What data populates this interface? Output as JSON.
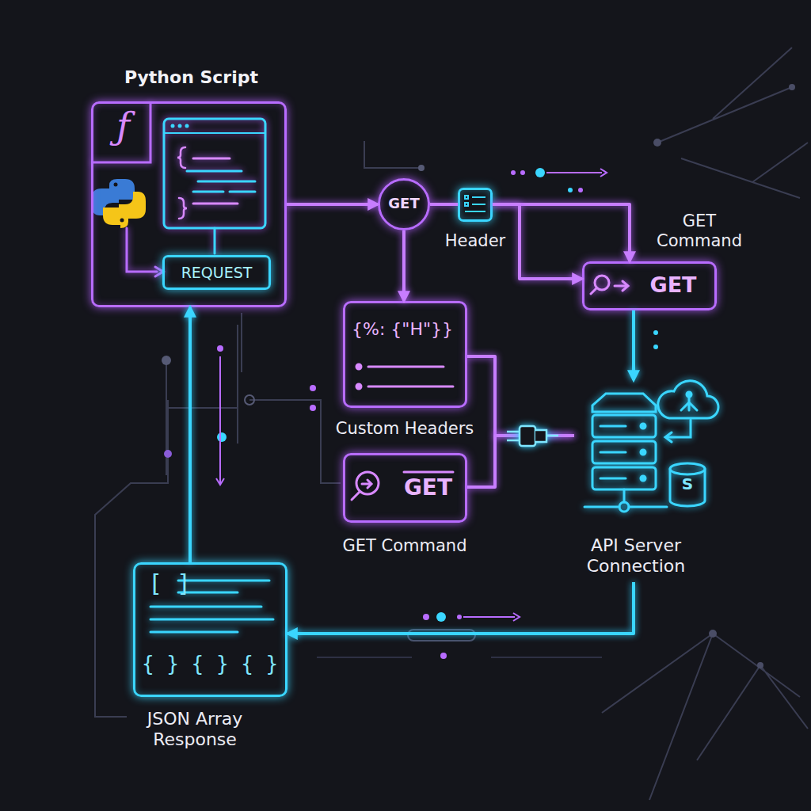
{
  "diagram": {
    "nodes": [
      {
        "text": [
          "Python Script"
        ]
      },
      {
        "text": [
          "REQUEST"
        ],
        "in": 0
      },
      {
        "text": [
          "GET"
        ]
      },
      {
        "text": [
          "Header"
        ]
      },
      {
        "text": [
          "GET Command",
          "GET"
        ]
      },
      {
        "text": [
          "{%: {\"H\"}}",
          "Custom Headers"
        ]
      },
      {
        "text": [
          "GET",
          "GET Command"
        ]
      },
      {
        "text": [
          "API Server Connection"
        ]
      },
      {
        "text": [
          "[ ]",
          "{ } { } { }",
          "JSON Array Response"
        ]
      }
    ],
    "edges": [
      {
        "from": 0,
        "to": 2,
        "arrow": "to"
      },
      {
        "from": 2,
        "to": 3,
        "arrow": "none"
      },
      {
        "from": 3,
        "to": 4,
        "arrow": "to"
      },
      {
        "from": 3,
        "to": 4,
        "arrow": "to"
      },
      {
        "from": 2,
        "to": 5,
        "arrow": "to"
      },
      {
        "from": 4,
        "to": 7,
        "arrow": "to"
      },
      {
        "from": 5,
        "to": 7,
        "arrow": "none"
      },
      {
        "from": 6,
        "to": 7,
        "arrow": "none"
      },
      {
        "from": 7,
        "to": 8,
        "arrow": "to"
      },
      {
        "from": 8,
        "to": 0,
        "arrow": "to"
      }
    ],
    "labels": [
      "ƒ",
      "S"
    ]
  }
}
